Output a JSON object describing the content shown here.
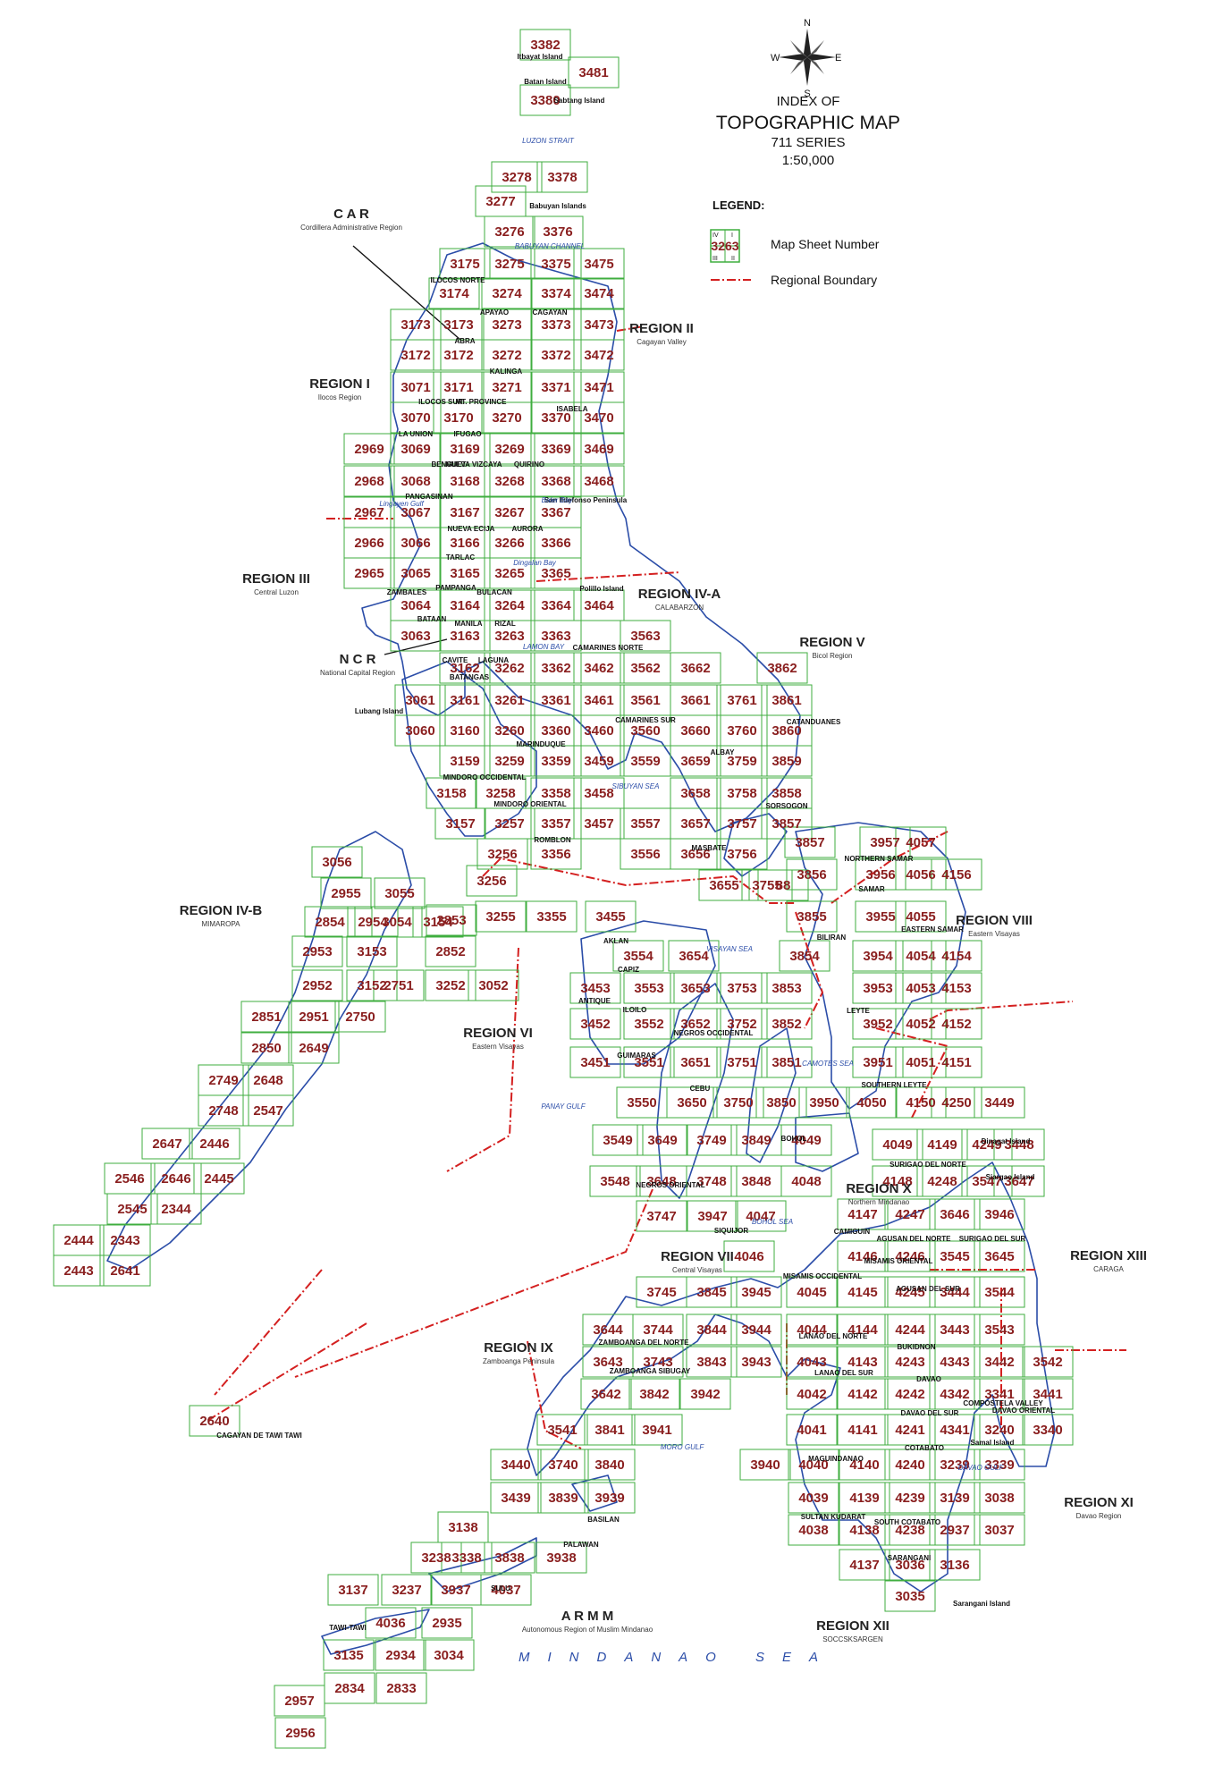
{
  "title": {
    "line1": "INDEX OF",
    "line2": "TOPOGRAPHIC MAP",
    "line3": "711 SERIES",
    "line4": "1:50,000"
  },
  "compass": {
    "n": "N",
    "s": "S",
    "e": "E",
    "w": "W"
  },
  "legend": {
    "heading": "LEGEND:",
    "sheet_label": "Map Sheet Number",
    "boundary_label": "Regional Boundary",
    "sample_number": "3263",
    "quad_iv": "IV",
    "quad_i": "I",
    "quad_iii": "III",
    "quad_ii": "II"
  },
  "colors": {
    "grid": "#3fae3f",
    "sheet_number": "#8a1f1f",
    "boundary": "#d42020",
    "land": "#2b4da8"
  },
  "regions": [
    {
      "name": "C A R",
      "sub": "Cordillera Administrative Region"
    },
    {
      "name": "REGION II",
      "sub": "Cagayan Valley"
    },
    {
      "name": "REGION I",
      "sub": "Ilocos Region"
    },
    {
      "name": "REGION III",
      "sub": "Central Luzon"
    },
    {
      "name": "REGION IV-A",
      "sub": "CALABARZON"
    },
    {
      "name": "REGION V",
      "sub": "Bicol Region"
    },
    {
      "name": "N C R",
      "sub": "National Capital Region"
    },
    {
      "name": "REGION IV-B",
      "sub": "MIMAROPA"
    },
    {
      "name": "REGION VIII",
      "sub": "Eastern Visayas"
    },
    {
      "name": "REGION VI",
      "sub": "Eastern Visayas"
    },
    {
      "name": "REGION X",
      "sub": "Northern Mindanao"
    },
    {
      "name": "REGION VII",
      "sub": "Central Visayas"
    },
    {
      "name": "REGION XIII",
      "sub": "CARAGA"
    },
    {
      "name": "REGION IX",
      "sub": "Zamboanga Peninsula"
    },
    {
      "name": "REGION XI",
      "sub": "Davao Region"
    },
    {
      "name": "A R M M",
      "sub": "Autonomous Region of Muslim Mindanao"
    },
    {
      "name": "REGION XII",
      "sub": "SOCCSKSARGEN"
    }
  ],
  "water_labels": [
    "LUZON STRAIT",
    "BABUYAN CHANNEL",
    "LAMON BAY",
    "SIBUYAN SEA",
    "VISAYAN SEA",
    "CAMOTES SEA",
    "PANAY GULF",
    "BOHOL SEA",
    "MORO GULF",
    "DAVAO GULF",
    "Lingayen Gulf",
    "Baler Bay",
    "Dingalan Bay"
  ],
  "sea_label": "MINDANAO SEA",
  "place_labels": [
    "Itbayat Island",
    "Batan Island",
    "Sabtang Island",
    "Babuyan Islands",
    "ILOCOS NORTE",
    "APAYAO",
    "CAGAYAN",
    "ABRA",
    "KALINGA",
    "ILOCOS SUR",
    "MT. PROVINCE",
    "ISABELA",
    "IFUGAO",
    "LA UNION",
    "BENGUET",
    "NUEVA VIZCAYA",
    "QUIRINO",
    "PANGASINAN",
    "San Ildefonso Peninsula",
    "NUEVA ECIJA",
    "AURORA",
    "TARLAC",
    "PAMPANGA",
    "ZAMBALES",
    "BULACAN",
    "Polillo Island",
    "BATAAN",
    "MANILA",
    "RIZAL",
    "CAVITE",
    "LAGUNA",
    "CAMARINES NORTE",
    "BATANGAS",
    "Lubang Island",
    "CAMARINES SUR",
    "CATANDUANES",
    "MARINDUQUE",
    "ALBAY",
    "MINDORO OCCIDENTAL",
    "MINDORO ORIENTAL",
    "SORSOGON",
    "ROMBLON",
    "MASBATE",
    "NORTHERN SAMAR",
    "SAMAR",
    "EASTERN SAMAR",
    "AKLAN",
    "CAPIZ",
    "BILIRAN",
    "ANTIQUE",
    "ILOILO",
    "LEYTE",
    "GUIMARAS",
    "NEGROS OCCIDENTAL",
    "SOUTHERN LEYTE",
    "CEBU",
    "BOHOL",
    "Dinagat Island",
    "Siargao Island",
    "NEGROS ORIENTAL",
    "SIQUIJOR",
    "SURIGAO DEL NORTE",
    "CAMIGUIN",
    "AGUSAN DEL NORTE",
    "SURIGAO DEL SUR",
    "MISAMIS ORIENTAL",
    "MISAMIS OCCIDENTAL",
    "AGUSAN DEL SUR",
    "ZAMBOANGA DEL NORTE",
    "LANAO DEL NORTE",
    "BUKIDNON",
    "ZAMBOANGA SIBUGAY",
    "LANAO DEL SUR",
    "DAVAO",
    "COMPOSTELA VALLEY",
    "DAVAO DEL SUR",
    "DAVAO ORIENTAL",
    "COTABATO",
    "Samal Island",
    "MAGUINDANAO",
    "CAGAYAN DE TAWI TAWI",
    "BASILAN",
    "SULTAN KUDARAT",
    "SOUTH COTABATO",
    "SULU",
    "SARANGANI",
    "TAWI-TAWI",
    "Sarangani Island",
    "PALAWAN"
  ],
  "sheets": [
    "3382",
    "3481",
    "3380",
    "3278",
    "3378",
    "3277",
    "3276",
    "3376",
    "3175",
    "3275",
    "3375",
    "3475",
    "3174",
    "3274",
    "3374",
    "3474",
    "3173",
    "3173",
    "3273",
    "3373",
    "3473",
    "3172",
    "3172",
    "3272",
    "3372",
    "3472",
    "3071",
    "3171",
    "3271",
    "3371",
    "3471",
    "3070",
    "3170",
    "3270",
    "3370",
    "3470",
    "2969",
    "3069",
    "3169",
    "3269",
    "3369",
    "3469",
    "2968",
    "3068",
    "3168",
    "3268",
    "3368",
    "3468",
    "2967",
    "3067",
    "3167",
    "3267",
    "3367",
    "2966",
    "3066",
    "3166",
    "3266",
    "3366",
    "2965",
    "3065",
    "3165",
    "3265",
    "3365",
    "3064",
    "3164",
    "3264",
    "3364",
    "3464",
    "3063",
    "3163",
    "3263",
    "3363",
    "3563",
    "3162",
    "3262",
    "3362",
    "3462",
    "3562",
    "3662",
    "3862",
    "3061",
    "3161",
    "3261",
    "3361",
    "3461",
    "3561",
    "3661",
    "3761",
    "3861",
    "3060",
    "3160",
    "3260",
    "3360",
    "3460",
    "3560",
    "3660",
    "3760",
    "3860",
    "3159",
    "3259",
    "3359",
    "3459",
    "3559",
    "3659",
    "3759",
    "3859",
    "3158",
    "3258",
    "3358",
    "3458",
    "3658",
    "3758",
    "3858",
    "3157",
    "3257",
    "3357",
    "3457",
    "3557",
    "3657",
    "3757",
    "3857",
    "3256",
    "3356",
    "3556",
    "3656",
    "3756",
    "3857",
    "3957",
    "4057",
    "3655",
    "3755",
    "88",
    "3856",
    "3956",
    "4056",
    "4156",
    "3256",
    "3255",
    "3355",
    "3455",
    "3855",
    "3955",
    "4055",
    "3554",
    "3654",
    "3854",
    "3954",
    "4054",
    "4154",
    "3453",
    "3553",
    "3653",
    "3753",
    "3853",
    "3953",
    "4053",
    "4153",
    "3452",
    "3552",
    "3652",
    "3752",
    "3852",
    "3952",
    "4052",
    "4152",
    "3451",
    "3551",
    "3651",
    "3751",
    "3851",
    "3951",
    "4051",
    "4151",
    "3550",
    "3650",
    "3750",
    "3850",
    "3950",
    "4050",
    "4150",
    "4250",
    "3449",
    "3549",
    "3649",
    "3749",
    "3849",
    "4049",
    "4049",
    "4149",
    "4249",
    "3448",
    "3548",
    "3648",
    "3748",
    "3848",
    "4048",
    "4148",
    "4248",
    "3547",
    "3647",
    "3747",
    "3947",
    "4047",
    "4147",
    "4247",
    "3646",
    "3946",
    "4046",
    "4146",
    "4246",
    "3545",
    "3645",
    "3745",
    "3845",
    "3945",
    "4045",
    "4145",
    "4245",
    "3444",
    "3544",
    "3644",
    "3744",
    "3844",
    "3944",
    "4044",
    "4144",
    "4244",
    "3443",
    "3543",
    "3643",
    "3743",
    "3843",
    "3943",
    "4043",
    "4143",
    "4243",
    "4343",
    "3442",
    "3542",
    "3642",
    "3842",
    "3942",
    "4042",
    "4142",
    "4242",
    "4342",
    "3341",
    "3441",
    "3541",
    "3841",
    "3941",
    "4041",
    "4141",
    "4241",
    "4341",
    "3240",
    "3340",
    "3440",
    "3740",
    "3840",
    "3940",
    "4040",
    "4140",
    "4240",
    "3239",
    "3339",
    "3439",
    "3839",
    "3939",
    "4039",
    "4139",
    "4239",
    "3139",
    "3038",
    "3138",
    "3238",
    "3338",
    "3838",
    "3938",
    "4038",
    "4138",
    "4238",
    "2937",
    "3037",
    "3137",
    "3237",
    "3937",
    "4037",
    "4137",
    "3036",
    "3136",
    "4036",
    "2935",
    "3035",
    "3135",
    "2934",
    "3034",
    "2834",
    "2833",
    "2957",
    "2956",
    "3056",
    "2955",
    "3055",
    "2854",
    "2954",
    "3054",
    "3154",
    "2853",
    "2953",
    "3153",
    "2852",
    "2952",
    "3152",
    "3252",
    "3052",
    "2751",
    "2851",
    "2951",
    "2750",
    "2850",
    "2649",
    "2749",
    "2648",
    "2748",
    "2547",
    "2647",
    "2446",
    "2546",
    "2646",
    "2445",
    "2545",
    "2344",
    "2444",
    "2343",
    "2443",
    "2641",
    "2640"
  ]
}
